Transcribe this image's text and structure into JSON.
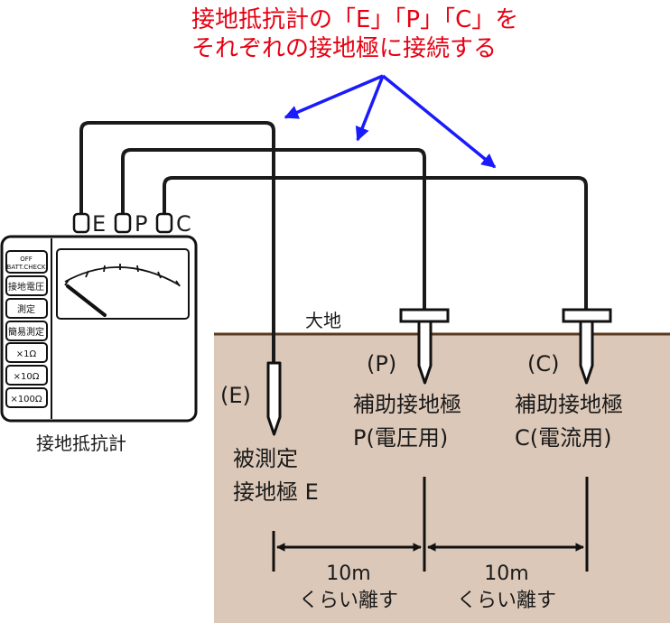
{
  "title_line1": "接地抵抗計の「E」「P」「C」を",
  "title_line2": "それぞれの接地極に接続する",
  "ground_label": "大地",
  "meter": {
    "name": "接地抵抗計",
    "terminals": [
      "E",
      "P",
      "C"
    ],
    "buttons": [
      "OFF",
      "BATT.CHECK",
      "接地電圧",
      "測定",
      "簡易測定",
      "×1Ω",
      "×10Ω",
      "×100Ω"
    ]
  },
  "electrodes": {
    "e": {
      "tag": "(E)",
      "line1": "被測定",
      "line2": "接地極 E"
    },
    "p": {
      "tag": "(P)",
      "line1": "補助接地極",
      "line2": "P(電圧用)"
    },
    "c": {
      "tag": "(C)",
      "line1": "補助接地極",
      "line2": "C(電流用)"
    }
  },
  "distances": [
    {
      "value": "10m",
      "note": "くらい離す"
    },
    {
      "value": "10m",
      "note": "くらい離す"
    }
  ],
  "colors": {
    "title": "#e60012",
    "arrows": "#1a1aff",
    "ground_fill": "#dcc8b8",
    "ground_line": "#5a3a1e"
  }
}
